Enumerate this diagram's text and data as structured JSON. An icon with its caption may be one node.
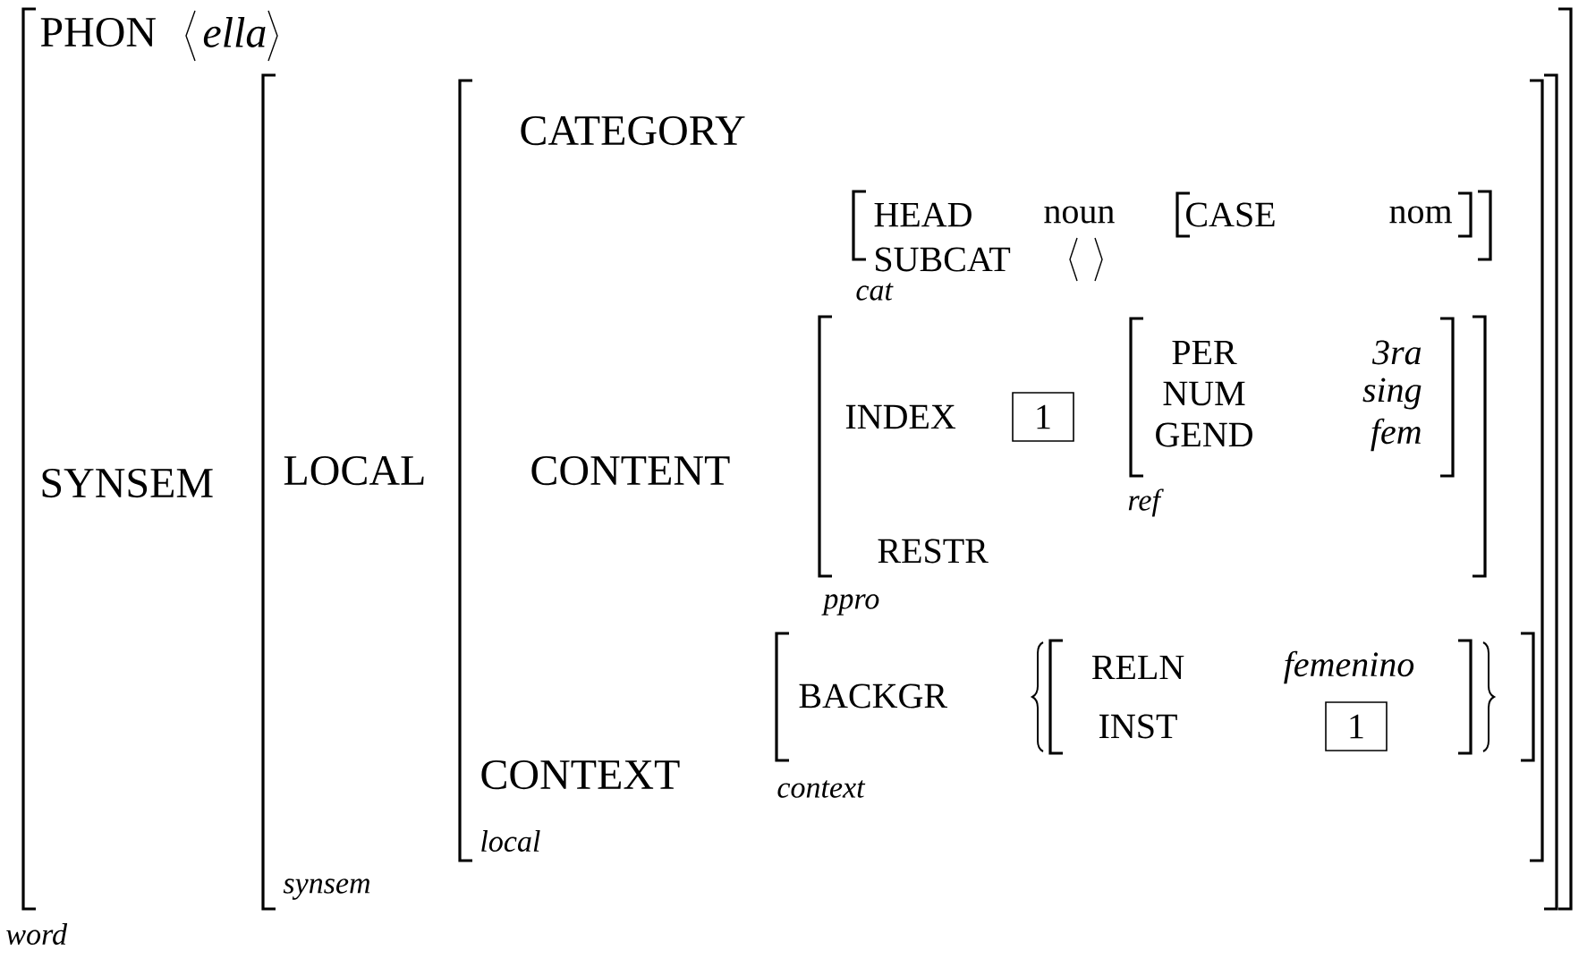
{
  "diagram": {
    "nodes": [
      {
        "text": [
          "PHON",
          "ella",
          "SYNSEM"
        ],
        "beside": [
          "word"
        ]
      },
      {
        "text": [
          "LOCAL"
        ],
        "beside": [
          "synsem"
        ],
        "in": 0
      },
      {
        "text": [
          "CATEGORY",
          "CONTENT",
          "CONTEXT"
        ],
        "beside": [
          "local"
        ],
        "in": 1
      },
      {
        "text": [
          "HEAD",
          "noun",
          "SUBCAT"
        ],
        "beside": [
          "cat"
        ],
        "in": 2
      },
      {
        "text": [
          "CASE",
          "nom"
        ],
        "in": 3
      },
      {
        "text": [
          "INDEX",
          "RESTR"
        ],
        "beside": [
          "ppro"
        ],
        "in": 2
      },
      {
        "text": [
          "1"
        ],
        "in": 5
      },
      {
        "text": [
          "PER",
          "3ra",
          "NUM",
          "sing",
          "GEND",
          "fem",
          "ref"
        ],
        "in": 5
      },
      {
        "text": [
          "BACKGR"
        ],
        "beside": [
          "context"
        ],
        "in": 2
      },
      {
        "text": [
          "RELN",
          "femenino",
          "INST"
        ],
        "in": 8
      },
      {
        "text": [
          "1"
        ],
        "in": 9
      }
    ]
  }
}
